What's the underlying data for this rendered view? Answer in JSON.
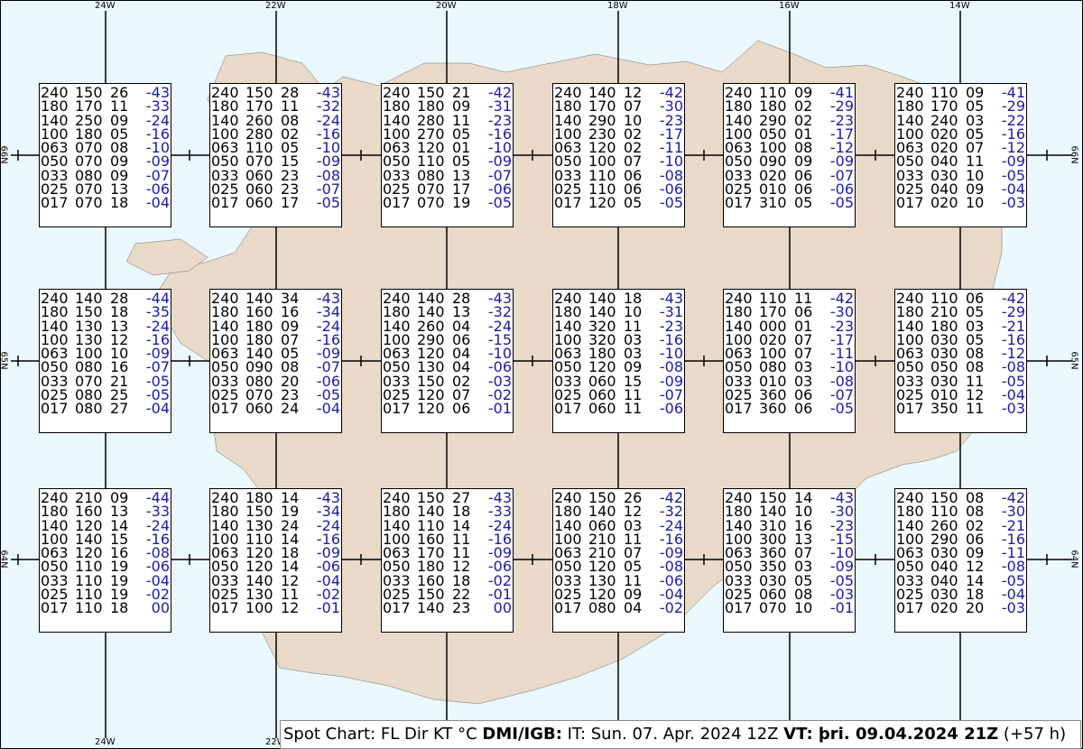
{
  "map": {
    "background_color": "#eaf7fc",
    "land_color": "#e8d9c9",
    "longitude_labels": [
      "24W",
      "22W",
      "20W",
      "18W",
      "16W",
      "14W"
    ],
    "latitude_labels": [
      "66N",
      "65N",
      "64N"
    ]
  },
  "caption": {
    "prefix": "Spot Chart: FL Dir KT °C ",
    "source": "DMI/IGB:",
    "issue": " IT: Sun. 07. Apr. 2024 12Z ",
    "vt_label": "VT:",
    "valid": " þri. 09.04.2024 21Z",
    "offset": " (+57 h)"
  },
  "spots": [
    [
      [
        [
          "240",
          "150",
          "26",
          "-43"
        ],
        [
          "180",
          "170",
          "11",
          "-33"
        ],
        [
          "140",
          "250",
          "09",
          "-24"
        ],
        [
          "100",
          "180",
          "05",
          "-16"
        ],
        [
          "063",
          "070",
          "08",
          "-10"
        ],
        [
          "050",
          "070",
          "09",
          "-09"
        ],
        [
          "033",
          "080",
          "09",
          "-07"
        ],
        [
          "025",
          "070",
          "13",
          "-06"
        ],
        [
          "017",
          "070",
          "18",
          "-04"
        ]
      ],
      [
        [
          "240",
          "150",
          "28",
          "-43"
        ],
        [
          "180",
          "170",
          "11",
          "-32"
        ],
        [
          "140",
          "260",
          "08",
          "-24"
        ],
        [
          "100",
          "280",
          "02",
          "-16"
        ],
        [
          "063",
          "110",
          "05",
          "-10"
        ],
        [
          "050",
          "070",
          "15",
          "-09"
        ],
        [
          "033",
          "060",
          "23",
          "-08"
        ],
        [
          "025",
          "060",
          "23",
          "-07"
        ],
        [
          "017",
          "060",
          "17",
          "-05"
        ]
      ],
      [
        [
          "240",
          "150",
          "21",
          "-42"
        ],
        [
          "180",
          "180",
          "09",
          "-31"
        ],
        [
          "140",
          "280",
          "11",
          "-23"
        ],
        [
          "100",
          "270",
          "05",
          "-16"
        ],
        [
          "063",
          "120",
          "01",
          "-10"
        ],
        [
          "050",
          "110",
          "05",
          "-09"
        ],
        [
          "033",
          "080",
          "13",
          "-07"
        ],
        [
          "025",
          "070",
          "17",
          "-06"
        ],
        [
          "017",
          "070",
          "19",
          "-05"
        ]
      ],
      [
        [
          "240",
          "140",
          "12",
          "-42"
        ],
        [
          "180",
          "170",
          "07",
          "-30"
        ],
        [
          "140",
          "290",
          "10",
          "-23"
        ],
        [
          "100",
          "230",
          "02",
          "-17"
        ],
        [
          "063",
          "120",
          "02",
          "-11"
        ],
        [
          "050",
          "100",
          "07",
          "-10"
        ],
        [
          "033",
          "110",
          "06",
          "-08"
        ],
        [
          "025",
          "110",
          "06",
          "-06"
        ],
        [
          "017",
          "120",
          "05",
          "-05"
        ]
      ],
      [
        [
          "240",
          "110",
          "09",
          "-41"
        ],
        [
          "180",
          "180",
          "02",
          "-29"
        ],
        [
          "140",
          "290",
          "02",
          "-23"
        ],
        [
          "100",
          "050",
          "01",
          "-17"
        ],
        [
          "063",
          "100",
          "08",
          "-12"
        ],
        [
          "050",
          "090",
          "09",
          "-09"
        ],
        [
          "033",
          "020",
          "06",
          "-07"
        ],
        [
          "025",
          "010",
          "06",
          "-06"
        ],
        [
          "017",
          "310",
          "05",
          "-05"
        ]
      ],
      [
        [
          "240",
          "110",
          "09",
          "-41"
        ],
        [
          "180",
          "170",
          "05",
          "-29"
        ],
        [
          "140",
          "240",
          "03",
          "-22"
        ],
        [
          "100",
          "020",
          "05",
          "-16"
        ],
        [
          "063",
          "020",
          "07",
          "-12"
        ],
        [
          "050",
          "040",
          "11",
          "-09"
        ],
        [
          "033",
          "030",
          "10",
          "-05"
        ],
        [
          "025",
          "040",
          "09",
          "-04"
        ],
        [
          "017",
          "020",
          "10",
          "-03"
        ]
      ]
    ],
    [
      [
        [
          "240",
          "140",
          "28",
          "-44"
        ],
        [
          "180",
          "150",
          "18",
          "-35"
        ],
        [
          "140",
          "130",
          "13",
          "-24"
        ],
        [
          "100",
          "130",
          "12",
          "-16"
        ],
        [
          "063",
          "100",
          "10",
          "-09"
        ],
        [
          "050",
          "080",
          "16",
          "-07"
        ],
        [
          "033",
          "070",
          "21",
          "-05"
        ],
        [
          "025",
          "080",
          "25",
          "-05"
        ],
        [
          "017",
          "080",
          "27",
          "-04"
        ]
      ],
      [
        [
          "240",
          "140",
          "34",
          "-43"
        ],
        [
          "180",
          "160",
          "16",
          "-34"
        ],
        [
          "140",
          "180",
          "09",
          "-24"
        ],
        [
          "100",
          "180",
          "07",
          "-16"
        ],
        [
          "063",
          "140",
          "05",
          "-09"
        ],
        [
          "050",
          "090",
          "08",
          "-07"
        ],
        [
          "033",
          "080",
          "20",
          "-06"
        ],
        [
          "025",
          "070",
          "23",
          "-05"
        ],
        [
          "017",
          "060",
          "24",
          "-04"
        ]
      ],
      [
        [
          "240",
          "140",
          "28",
          "-43"
        ],
        [
          "180",
          "140",
          "13",
          "-32"
        ],
        [
          "140",
          "260",
          "04",
          "-24"
        ],
        [
          "100",
          "290",
          "06",
          "-15"
        ],
        [
          "063",
          "120",
          "04",
          "-10"
        ],
        [
          "050",
          "130",
          "04",
          "-06"
        ],
        [
          "033",
          "150",
          "02",
          "-03"
        ],
        [
          "025",
          "120",
          "07",
          "-02"
        ],
        [
          "017",
          "120",
          "06",
          "-01"
        ]
      ],
      [
        [
          "240",
          "140",
          "18",
          "-43"
        ],
        [
          "180",
          "140",
          "10",
          "-31"
        ],
        [
          "140",
          "320",
          "11",
          "-23"
        ],
        [
          "100",
          "320",
          "03",
          "-16"
        ],
        [
          "063",
          "180",
          "03",
          "-10"
        ],
        [
          "050",
          "120",
          "09",
          "-08"
        ],
        [
          "033",
          "060",
          "15",
          "-09"
        ],
        [
          "025",
          "060",
          "11",
          "-07"
        ],
        [
          "017",
          "060",
          "11",
          "-06"
        ]
      ],
      [
        [
          "240",
          "110",
          "11",
          "-42"
        ],
        [
          "180",
          "170",
          "06",
          "-30"
        ],
        [
          "140",
          "000",
          "01",
          "-23"
        ],
        [
          "100",
          "020",
          "07",
          "-17"
        ],
        [
          "063",
          "100",
          "07",
          "-11"
        ],
        [
          "050",
          "080",
          "03",
          "-10"
        ],
        [
          "033",
          "010",
          "03",
          "-08"
        ],
        [
          "025",
          "360",
          "06",
          "-07"
        ],
        [
          "017",
          "360",
          "06",
          "-05"
        ]
      ],
      [
        [
          "240",
          "110",
          "06",
          "-42"
        ],
        [
          "180",
          "210",
          "05",
          "-29"
        ],
        [
          "140",
          "180",
          "03",
          "-21"
        ],
        [
          "100",
          "030",
          "05",
          "-16"
        ],
        [
          "063",
          "030",
          "08",
          "-12"
        ],
        [
          "050",
          "050",
          "08",
          "-08"
        ],
        [
          "033",
          "030",
          "11",
          "-05"
        ],
        [
          "025",
          "010",
          "12",
          "-04"
        ],
        [
          "017",
          "350",
          "11",
          "-03"
        ]
      ]
    ],
    [
      [
        [
          "240",
          "210",
          "09",
          "-44"
        ],
        [
          "180",
          "160",
          "13",
          "-33"
        ],
        [
          "140",
          "120",
          "14",
          "-24"
        ],
        [
          "100",
          "140",
          "15",
          "-16"
        ],
        [
          "063",
          "120",
          "16",
          "-08"
        ],
        [
          "050",
          "110",
          "19",
          "-06"
        ],
        [
          "033",
          "110",
          "19",
          "-04"
        ],
        [
          "025",
          "110",
          "19",
          "-02"
        ],
        [
          "017",
          "110",
          "18",
          "00"
        ]
      ],
      [
        [
          "240",
          "180",
          "14",
          "-43"
        ],
        [
          "180",
          "150",
          "19",
          "-34"
        ],
        [
          "140",
          "130",
          "24",
          "-24"
        ],
        [
          "100",
          "110",
          "14",
          "-16"
        ],
        [
          "063",
          "120",
          "18",
          "-09"
        ],
        [
          "050",
          "120",
          "14",
          "-06"
        ],
        [
          "033",
          "140",
          "12",
          "-04"
        ],
        [
          "025",
          "130",
          "11",
          "-02"
        ],
        [
          "017",
          "100",
          "12",
          "-01"
        ]
      ],
      [
        [
          "240",
          "150",
          "27",
          "-43"
        ],
        [
          "180",
          "140",
          "18",
          "-33"
        ],
        [
          "140",
          "110",
          "14",
          "-24"
        ],
        [
          "100",
          "160",
          "11",
          "-16"
        ],
        [
          "063",
          "170",
          "11",
          "-09"
        ],
        [
          "050",
          "180",
          "12",
          "-06"
        ],
        [
          "033",
          "160",
          "18",
          "-02"
        ],
        [
          "025",
          "150",
          "22",
          "-01"
        ],
        [
          "017",
          "140",
          "23",
          "00"
        ]
      ],
      [
        [
          "240",
          "150",
          "26",
          "-42"
        ],
        [
          "180",
          "140",
          "12",
          "-32"
        ],
        [
          "140",
          "060",
          "03",
          "-24"
        ],
        [
          "100",
          "210",
          "11",
          "-16"
        ],
        [
          "063",
          "210",
          "07",
          "-09"
        ],
        [
          "050",
          "120",
          "05",
          "-08"
        ],
        [
          "033",
          "130",
          "11",
          "-06"
        ],
        [
          "025",
          "120",
          "09",
          "-04"
        ],
        [
          "017",
          "080",
          "04",
          "-02"
        ]
      ],
      [
        [
          "240",
          "150",
          "14",
          "-43"
        ],
        [
          "180",
          "140",
          "10",
          "-30"
        ],
        [
          "140",
          "310",
          "16",
          "-23"
        ],
        [
          "100",
          "300",
          "13",
          "-15"
        ],
        [
          "063",
          "360",
          "07",
          "-10"
        ],
        [
          "050",
          "350",
          "03",
          "-09"
        ],
        [
          "033",
          "030",
          "05",
          "-05"
        ],
        [
          "025",
          "060",
          "08",
          "-03"
        ],
        [
          "017",
          "070",
          "10",
          "-01"
        ]
      ],
      [
        [
          "240",
          "150",
          "08",
          "-42"
        ],
        [
          "180",
          "110",
          "08",
          "-30"
        ],
        [
          "140",
          "260",
          "02",
          "-21"
        ],
        [
          "100",
          "290",
          "06",
          "-16"
        ],
        [
          "063",
          "030",
          "09",
          "-11"
        ],
        [
          "050",
          "040",
          "12",
          "-08"
        ],
        [
          "033",
          "040",
          "14",
          "-05"
        ],
        [
          "025",
          "030",
          "18",
          "-04"
        ],
        [
          "017",
          "020",
          "20",
          "-03"
        ]
      ]
    ]
  ]
}
